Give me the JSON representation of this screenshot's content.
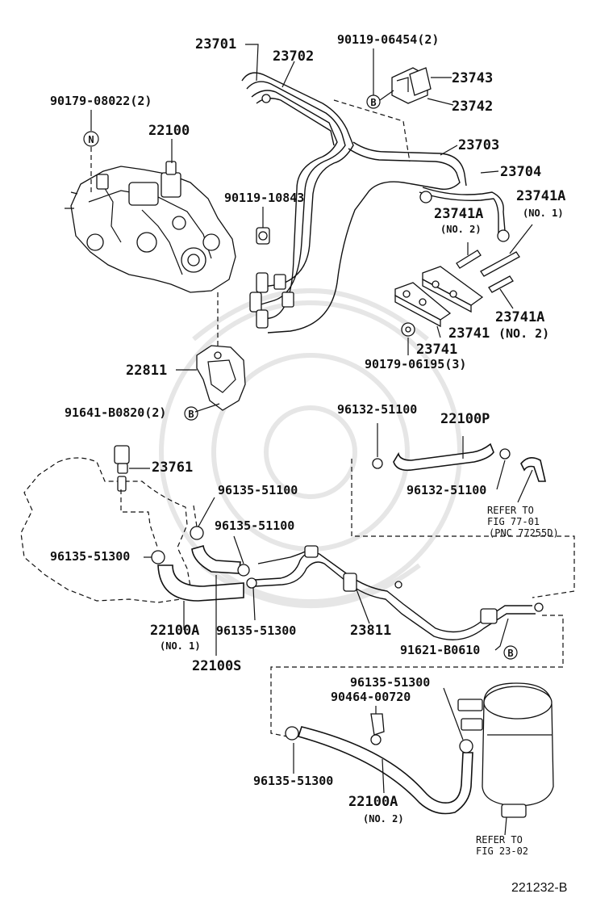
{
  "labels": {
    "l23701": "23701",
    "l23702": "23702",
    "l90119_06454": "90119-06454(2)",
    "l23743": "23743",
    "l23742": "23742",
    "l90179_08022": "90179-08022(2)",
    "l22100": "22100",
    "l23703": "23703",
    "l23704": "23704",
    "l90119_10843": "90119-10843",
    "l23741A_a": "23741A",
    "l23741A_a_no": "(NO. 1)",
    "l23741A_b": "23741A",
    "l23741A_b_no": "(NO. 2)",
    "l23741A_c": "23741A",
    "l23741_a": "23741",
    "l23741_a_no": "(NO. 2)",
    "l23741_b": "23741",
    "l90179_06195": "90179-06195(3)",
    "l22811": "22811",
    "l91641": "91641-B0820(2)",
    "l96132_a": "96132-51100",
    "l22100P": "22100P",
    "l96132_b": "96132-51100",
    "refer77": "REFER TO",
    "refer77_fig": "FIG 77-01",
    "refer77_pnc": "(PNC 77255D)",
    "l23761": "23761",
    "l96135_51100_a": "96135-51100",
    "l96135_51100_b": "96135-51100",
    "l96135_51300_a": "96135-51300",
    "l96135_51300_b": "96135-51300",
    "l22100A_1": "22100A",
    "l22100A_1_no": "(NO. 1)",
    "l22100S": "22100S",
    "l23811": "23811",
    "l91621": "91621-B0610",
    "l96135_51300_c": "96135-51300",
    "l90464": "90464-00720",
    "l96135_51300_d": "96135-51300",
    "l22100A_2": "22100A",
    "l22100A_2_no": "(NO. 2)",
    "refer23": "REFER TO",
    "refer23_fig": "FIG 23-02",
    "footer_code": "221232-B"
  },
  "markers": {
    "n": "N",
    "b": "B"
  }
}
